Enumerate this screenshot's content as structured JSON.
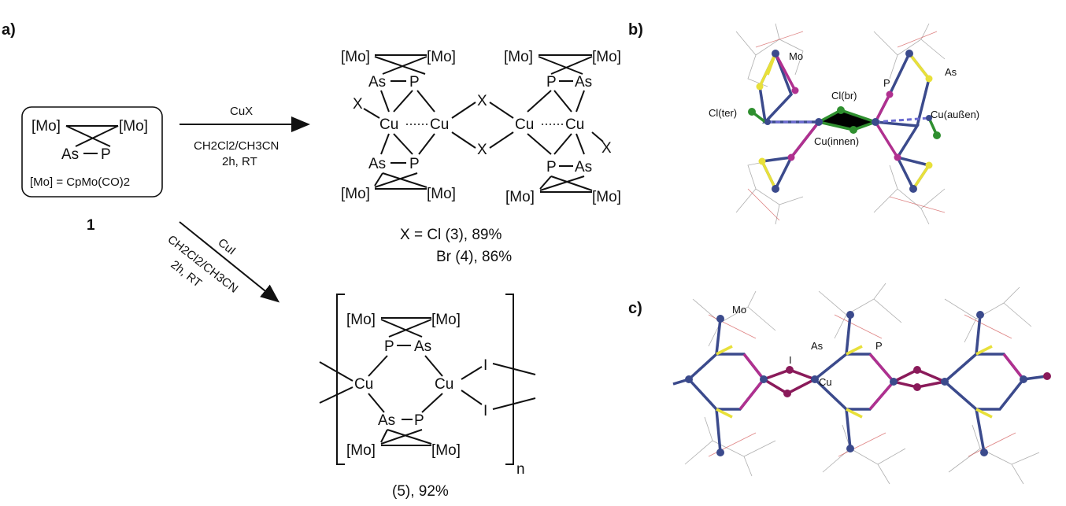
{
  "panels": {
    "a": "a)",
    "b": "b)",
    "c": "c)"
  },
  "compound1": {
    "mo": "[Mo]",
    "as": "As",
    "p": "P",
    "definition": "[Mo] = CpMo(CO)2",
    "number": "1"
  },
  "reaction1": {
    "reagent": "CuX",
    "solvent": "CH2Cl2/CH3CN",
    "conditions": "2h, RT"
  },
  "reaction2": {
    "reagent": "CuI",
    "solvent": "CH2Cl2/CH3CN",
    "conditions": "2h, RT"
  },
  "dimer": {
    "cu": "Cu",
    "x": "X",
    "yield_line1": "X = Cl (3), 89%",
    "yield_line2": "Br (4), 86%"
  },
  "polymer": {
    "i": "I",
    "n": "n",
    "yield": "(5), 92%"
  },
  "structure_b_labels": {
    "mo": "Mo",
    "p": "P",
    "as": "As",
    "cl_ter": "Cl(ter)",
    "cl_br": "Cl(br)",
    "cu_innen": "Cu(innen)",
    "cu_aussen": "Cu(außen)"
  },
  "structure_c_labels": {
    "mo": "Mo",
    "as": "As",
    "p": "P",
    "i": "I",
    "cu": "Cu"
  },
  "colors": {
    "mo": "#3b4a8c",
    "p": "#b0308f",
    "as": "#e8e03a",
    "cl": "#2f8f2f",
    "i": "#8a1a5a",
    "cu": "#2e3a7a"
  }
}
